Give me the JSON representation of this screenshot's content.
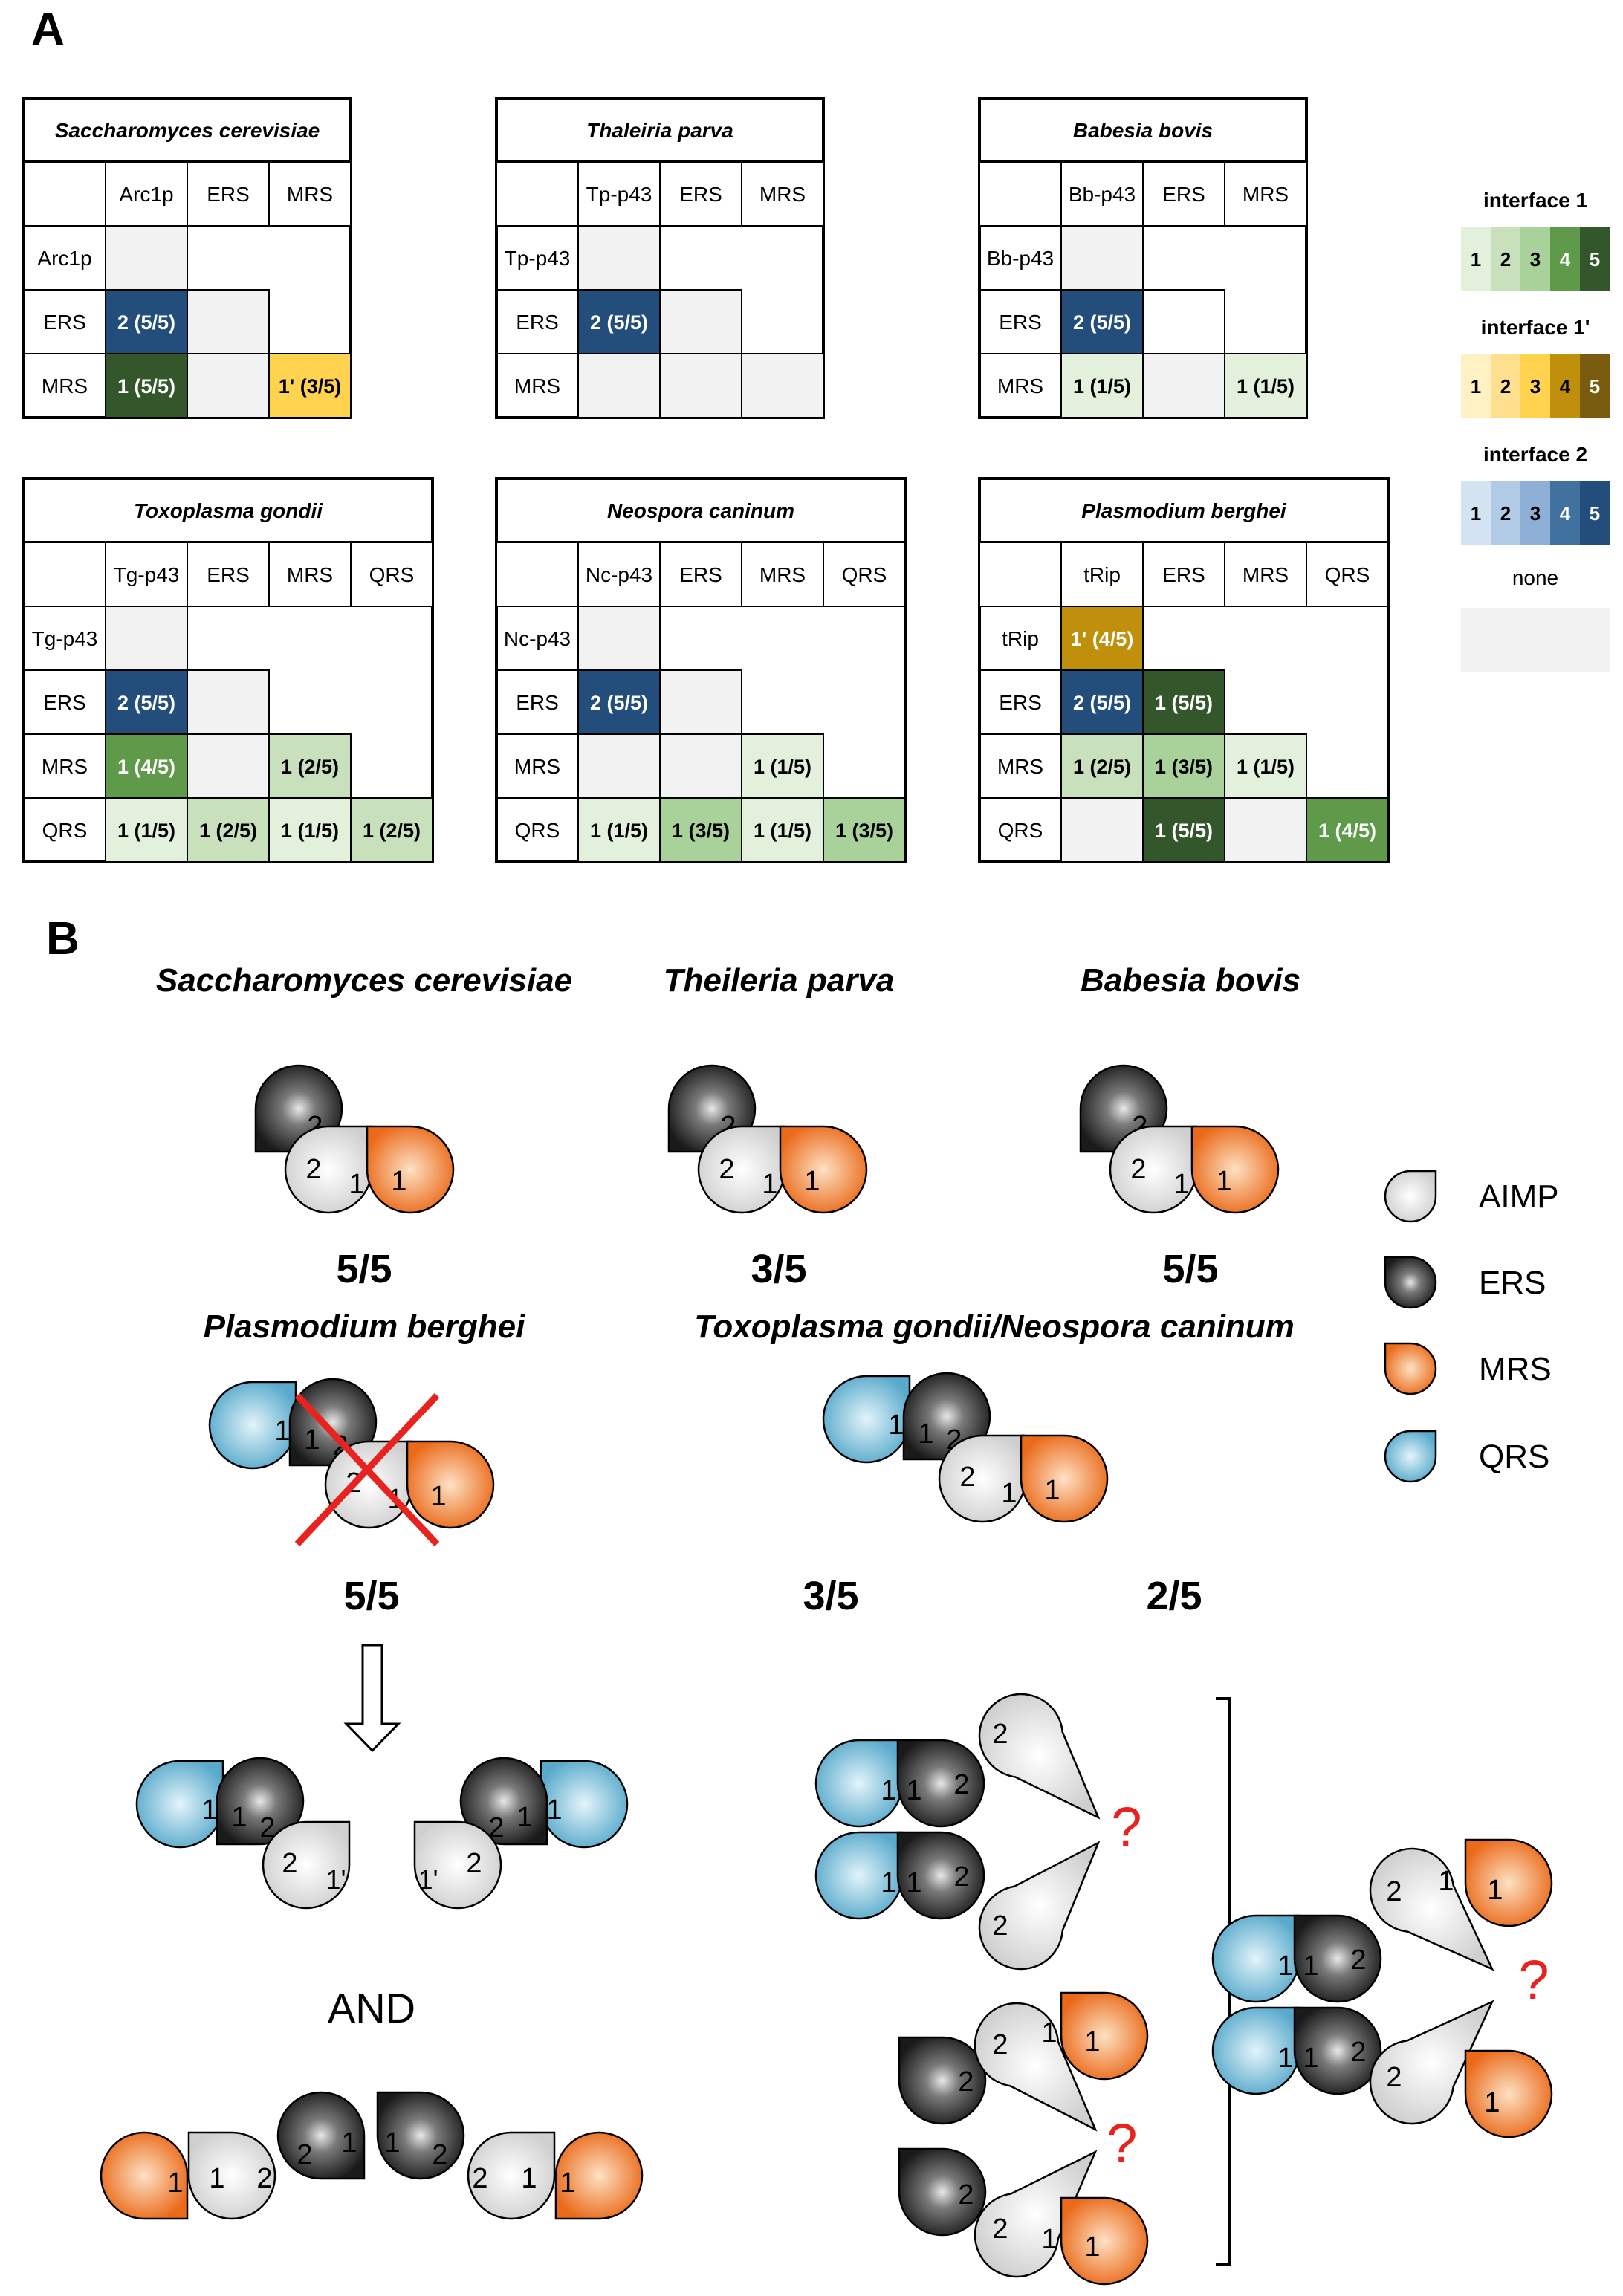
{
  "panel_a_label": "A",
  "panel_b_label": "B",
  "tables": [
    {
      "species": "Saccharomyces cerevisiae",
      "cols": [
        "Arc1p",
        "ERS",
        "MRS"
      ],
      "rows": [
        "Arc1p",
        "ERS",
        "MRS"
      ],
      "cells": [
        [
          {
            "t": "",
            "c": "none"
          }
        ],
        [
          {
            "t": "2 (5/5)",
            "c": "b5"
          },
          {
            "t": "",
            "c": "none"
          }
        ],
        [
          {
            "t": "1 (5/5)",
            "c": "g5"
          },
          {
            "t": "",
            "c": "none"
          },
          {
            "t": "1' (3/5)",
            "c": "y3"
          }
        ]
      ]
    },
    {
      "species": "Thaleiria parva",
      "cols": [
        "Tp-p43",
        "ERS",
        "MRS"
      ],
      "rows": [
        "Tp-p43",
        "ERS",
        "MRS"
      ],
      "cells": [
        [
          {
            "t": "",
            "c": "none"
          }
        ],
        [
          {
            "t": "2 (5/5)",
            "c": "b5"
          },
          {
            "t": "",
            "c": "none"
          }
        ],
        [
          {
            "t": "",
            "c": "none"
          },
          {
            "t": "",
            "c": "none"
          },
          {
            "t": "",
            "c": "none"
          }
        ]
      ]
    },
    {
      "species": "Babesia bovis",
      "cols": [
        "Bb-p43",
        "ERS",
        "MRS"
      ],
      "rows": [
        "Bb-p43",
        "ERS",
        "MRS"
      ],
      "cells": [
        [
          {
            "t": "",
            "c": "none"
          }
        ],
        [
          {
            "t": "2 (5/5)",
            "c": "b5"
          },
          {
            "t": "",
            "c": "white"
          }
        ],
        [
          {
            "t": "1 (1/5)",
            "c": "g1"
          },
          {
            "t": "",
            "c": "none"
          },
          {
            "t": "1 (1/5)",
            "c": "g1"
          }
        ]
      ]
    },
    {
      "species": "Toxoplasma gondii",
      "cols": [
        "Tg-p43",
        "ERS",
        "MRS",
        "QRS"
      ],
      "rows": [
        "Tg-p43",
        "ERS",
        "MRS",
        "QRS"
      ],
      "cells": [
        [
          {
            "t": "",
            "c": "none"
          }
        ],
        [
          {
            "t": "2 (5/5)",
            "c": "b5"
          },
          {
            "t": "",
            "c": "none"
          }
        ],
        [
          {
            "t": "1 (4/5)",
            "c": "g4"
          },
          {
            "t": "",
            "c": "none"
          },
          {
            "t": "1 (2/5)",
            "c": "g2"
          }
        ],
        [
          {
            "t": "1 (1/5)",
            "c": "g1"
          },
          {
            "t": "1 (2/5)",
            "c": "g2"
          },
          {
            "t": "1 (1/5)",
            "c": "g1"
          },
          {
            "t": "1 (2/5)",
            "c": "g2"
          }
        ]
      ]
    },
    {
      "species": "Neospora caninum",
      "cols": [
        "Nc-p43",
        "ERS",
        "MRS",
        "QRS"
      ],
      "rows": [
        "Nc-p43",
        "ERS",
        "MRS",
        "QRS"
      ],
      "cells": [
        [
          {
            "t": "",
            "c": "none"
          }
        ],
        [
          {
            "t": "2 (5/5)",
            "c": "b5"
          },
          {
            "t": "",
            "c": "none"
          }
        ],
        [
          {
            "t": "",
            "c": "none"
          },
          {
            "t": "",
            "c": "none"
          },
          {
            "t": "1 (1/5)",
            "c": "g1"
          }
        ],
        [
          {
            "t": "1 (1/5)",
            "c": "g1"
          },
          {
            "t": "1 (3/5)",
            "c": "g3"
          },
          {
            "t": "1 (1/5)",
            "c": "g1"
          },
          {
            "t": "1 (3/5)",
            "c": "g3"
          }
        ]
      ]
    },
    {
      "species": "Plasmodium berghei",
      "cols": [
        "tRip",
        "ERS",
        "MRS",
        "QRS"
      ],
      "rows": [
        "tRip",
        "ERS",
        "MRS",
        "QRS"
      ],
      "cells": [
        [
          {
            "t": "1' (4/5)",
            "c": "y4"
          }
        ],
        [
          {
            "t": "2 (5/5)",
            "c": "b5"
          },
          {
            "t": "1 (5/5)",
            "c": "g5"
          }
        ],
        [
          {
            "t": "1 (2/5)",
            "c": "g2"
          },
          {
            "t": "1 (3/5)",
            "c": "g3"
          },
          {
            "t": "1 (1/5)",
            "c": "g1"
          }
        ],
        [
          {
            "t": "",
            "c": "none"
          },
          {
            "t": "1 (5/5)",
            "c": "g5"
          },
          {
            "t": "",
            "c": "none"
          },
          {
            "t": "1 (4/5)",
            "c": "g4"
          }
        ]
      ]
    }
  ],
  "legend": {
    "interface1_label": "interface 1",
    "interface1p_label": "interface 1'",
    "interface2_label": "interface 2",
    "none_label": "none",
    "steps": [
      "1",
      "2",
      "3",
      "4",
      "5"
    ],
    "colors": {
      "g": [
        "#e3f0dc",
        "#c8e1bc",
        "#a8d29a",
        "#5f9a4a",
        "#33562a"
      ],
      "y": [
        "#fff1c4",
        "#ffe08f",
        "#ffd24f",
        "#c0900d",
        "#7a5c10"
      ],
      "b": [
        "#d4e3f2",
        "#b1cbe6",
        "#8eb0d7",
        "#41729f",
        "#234e7c"
      ],
      "none": "#f2f2f2"
    }
  },
  "panel_b": {
    "species": {
      "sc": "Saccharomyces cerevisiae",
      "tp": "Theileria parva",
      "bb": "Babesia bovis",
      "pb": "Plasmodium berghei",
      "tgnc": "Toxoplasma gondii/Neospora caninum"
    },
    "scores": {
      "sc": "5/5",
      "tp": "3/5",
      "bb": "5/5",
      "pb": "5/5",
      "tgnc_a": "3/5",
      "tgnc_b": "2/5"
    },
    "and_label": "AND",
    "question": "?",
    "legend": [
      "AIMP",
      "ERS",
      "MRS",
      "QRS"
    ],
    "colors": {
      "aimp": "#d9d9d9",
      "ers": "#2b2b2b",
      "mrs": "#ef7b2a",
      "qrs": "#6fb6d4",
      "cross": "#e8231f",
      "question": "#e8231f"
    }
  }
}
